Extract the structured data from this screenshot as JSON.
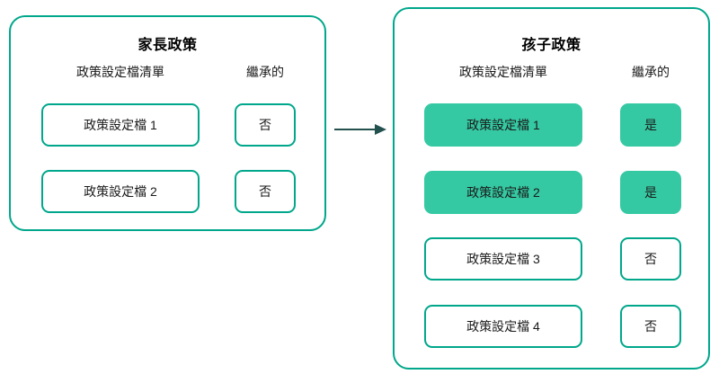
{
  "diagram": {
    "title_icon": "flow-arrow-icon",
    "arrow": {
      "name": "inheritance-arrow",
      "color": "#23514d",
      "direction": "left-to-right"
    },
    "colors": {
      "border": "#00a78b",
      "fill_highlight": "#35c9a3",
      "arrow": "#23514d",
      "background": "#ffffff",
      "text": "#1a1a1a"
    }
  },
  "parent_panel": {
    "title": "家長政策",
    "headers": {
      "profiles": "政策設定檔清單",
      "inherited": "繼承的"
    },
    "rows": [
      {
        "profile": "政策設定檔 1",
        "inherited": "否",
        "highlighted": false
      },
      {
        "profile": "政策設定檔 2",
        "inherited": "否",
        "highlighted": false
      }
    ]
  },
  "child_panel": {
    "title": "孩子政策",
    "headers": {
      "profiles": "政策設定檔清單",
      "inherited": "繼承的"
    },
    "rows": [
      {
        "profile": "政策設定檔 1",
        "inherited": "是",
        "highlighted": true
      },
      {
        "profile": "政策設定檔 2",
        "inherited": "是",
        "highlighted": true
      },
      {
        "profile": "政策設定檔 3",
        "inherited": "否",
        "highlighted": false
      },
      {
        "profile": "政策設定檔 4",
        "inherited": "否",
        "highlighted": false
      }
    ]
  }
}
